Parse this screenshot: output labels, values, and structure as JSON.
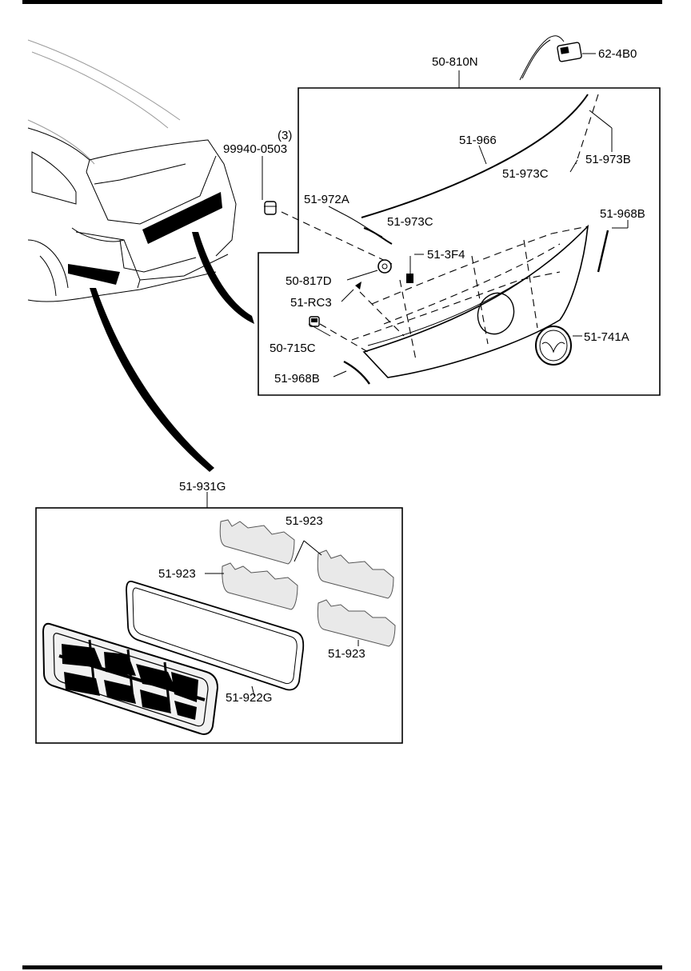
{
  "labels": {
    "p62_4b0": "62-4B0",
    "p50_810n": "50-810N",
    "p51_966": "51-966",
    "p51_973c_top": "51-973C",
    "p51_973b": "51-973B",
    "p99940_0503": "99940-0503",
    "p99940_qty": "(3)",
    "p51_972a": "51-972A",
    "p51_973c_mid": "51-973C",
    "p51_968b_right": "51-968B",
    "p51_3f4": "51-3F4",
    "p50_817d": "50-817D",
    "p51_rc3": "51-RC3",
    "p50_715c": "50-715C",
    "p51_741a": "51-741A",
    "p51_968b_bottom": "51-968B",
    "p51_931g": "51-931G",
    "p51_923_top": "51-923",
    "p51_923_left": "51-923",
    "p51_923_bottom": "51-923",
    "p51_922g": "51-922G"
  }
}
